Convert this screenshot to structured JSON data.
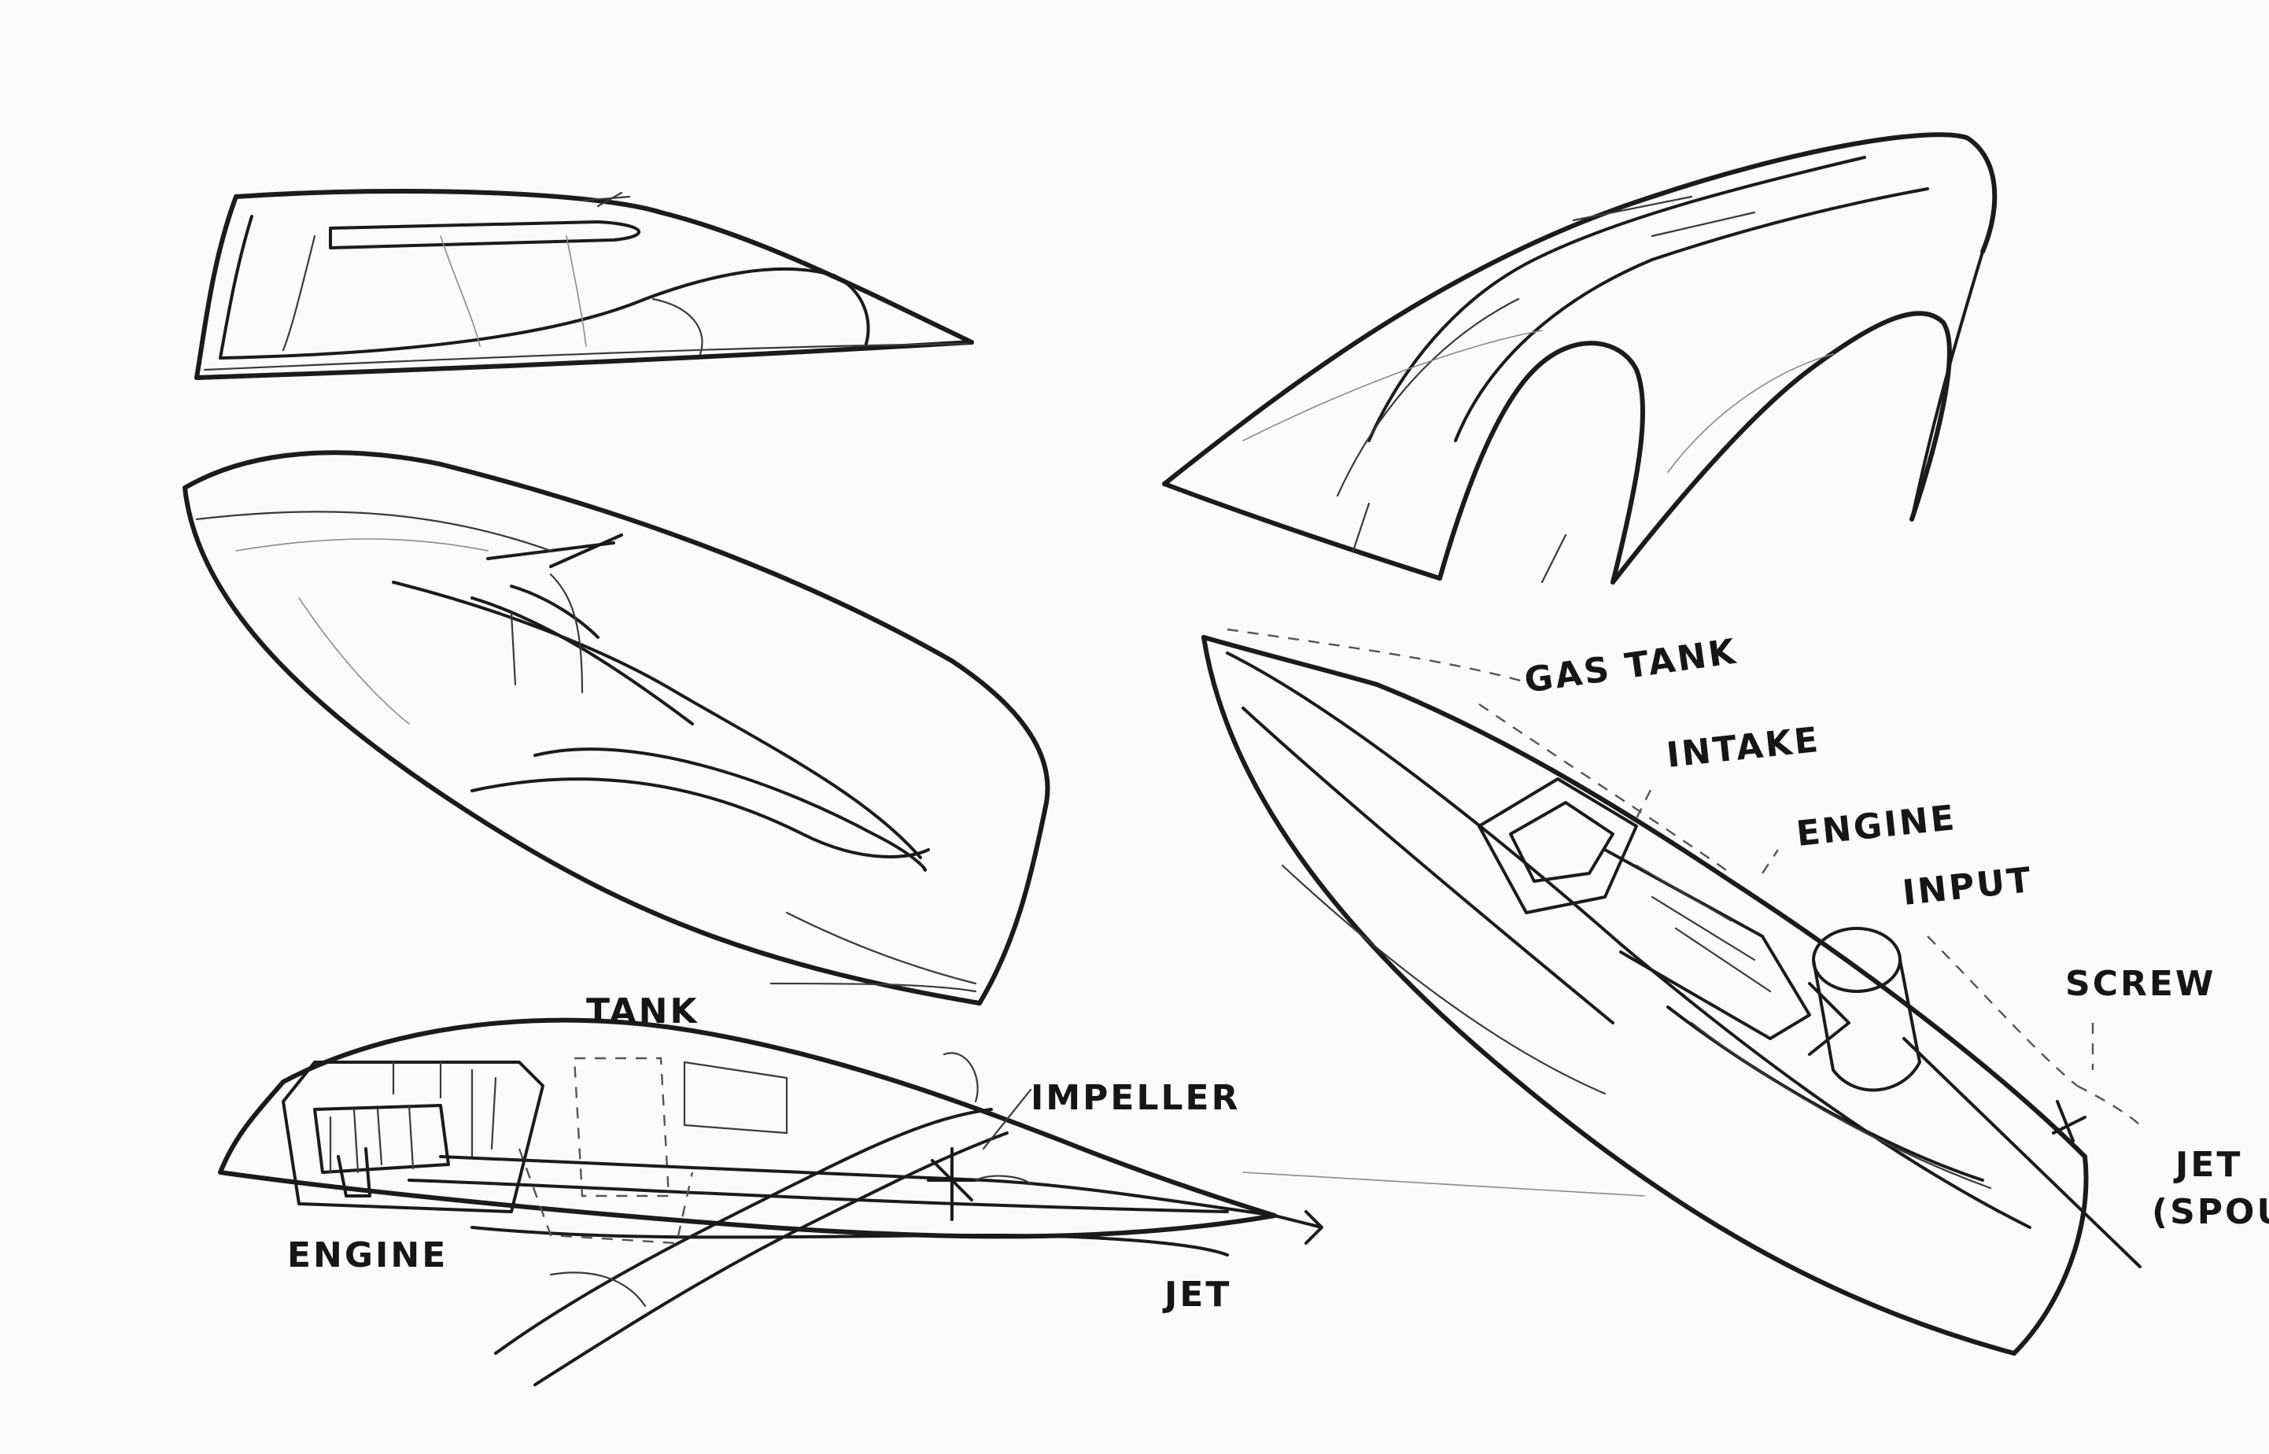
{
  "sketches": {
    "side_view_internal": {
      "labels": {
        "tank": "TANK",
        "impeller": "IMPELLER",
        "engine": "ENGINE",
        "jet": "JET"
      }
    },
    "cutaway_perspective": {
      "labels": {
        "gas_tank": "GAS TANK",
        "intake": "INTAKE",
        "engine": "ENGINE",
        "input": "INPUT",
        "screw": "SCREW",
        "jet": "JET",
        "spout": "(SPOU"
      }
    }
  },
  "colors": {
    "paper": "#fbfbf9",
    "ink": "#1b1b1b"
  }
}
